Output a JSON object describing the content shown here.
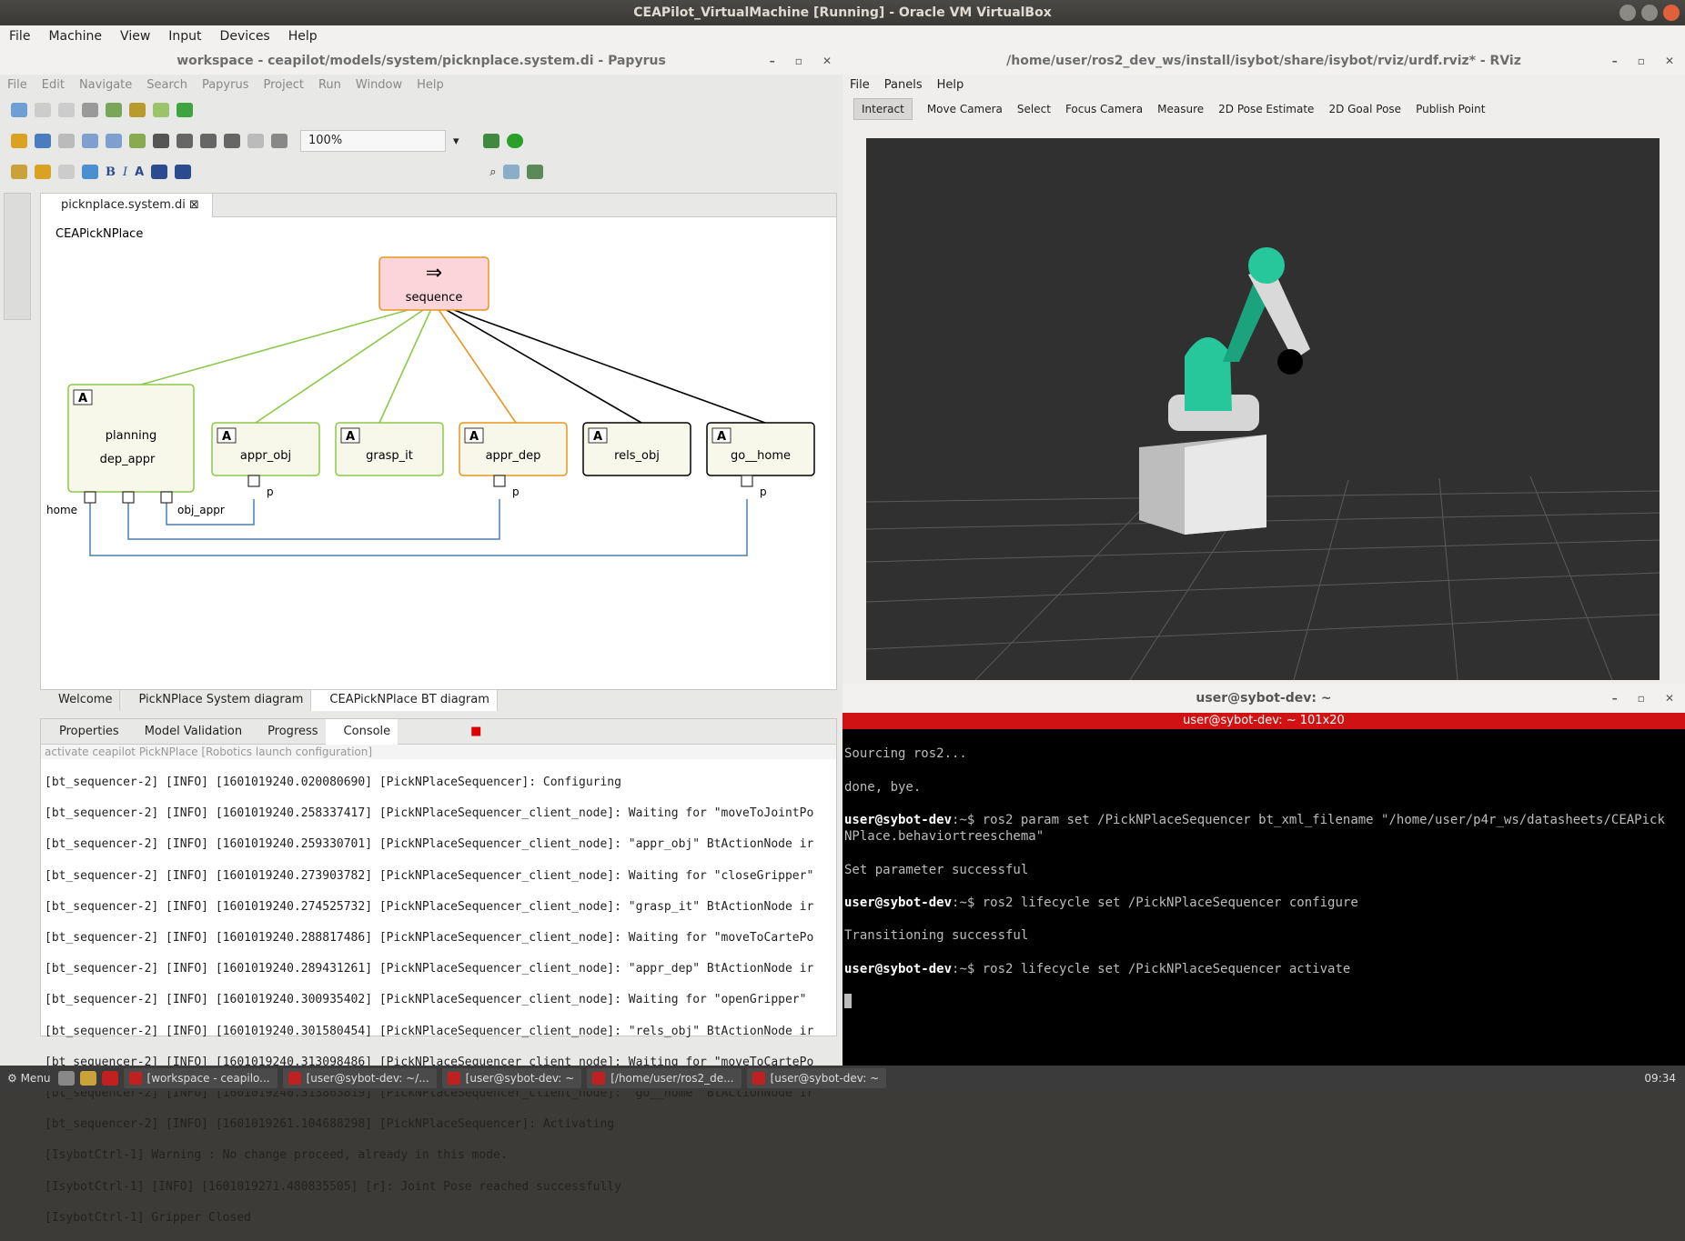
{
  "vb": {
    "title": "CEAPilot_VirtualMachine [Running] - Oracle VM VirtualBox",
    "menu": [
      "File",
      "Machine",
      "View",
      "Input",
      "Devices",
      "Help"
    ]
  },
  "papyrus": {
    "title": "workspace - ceapilot/models/system/picknplace.system.di - Papyrus",
    "menu": [
      "File",
      "Edit",
      "Navigate",
      "Search",
      "Papyrus",
      "Project",
      "Run",
      "Window",
      "Help"
    ],
    "zoom": "100%",
    "editor_tab": "picknplace.system.di",
    "diagram_root": "CEAPickNPlace",
    "nodes": {
      "sequence": "sequence",
      "planning": "planning",
      "dep_appr": "dep_appr",
      "appr_obj": "appr_obj",
      "grasp_it": "grasp_it",
      "appr_dep": "appr_dep",
      "rels_obj": "rels_obj",
      "go_home": "go__home",
      "badge": "A",
      "port_p": "p",
      "home": "home",
      "obj_appr": "obj_appr"
    },
    "diagram_tabs": [
      "Welcome",
      "PickNPlace System diagram",
      "CEAPickNPlace BT diagram"
    ],
    "console_tabs": [
      "Properties",
      "Model Validation",
      "Progress",
      "Console"
    ],
    "console_hint": "activate ceapilot PickNPlace [Robotics launch configuration]",
    "console_lines": [
      "[bt_sequencer-2] [INFO] [1601019240.020080690] [PickNPlaceSequencer]: Configuring",
      "[bt_sequencer-2] [INFO] [1601019240.258337417] [PickNPlaceSequencer_client_node]: Waiting for \"moveToJointPo",
      "[bt_sequencer-2] [INFO] [1601019240.259330701] [PickNPlaceSequencer_client_node]: \"appr_obj\" BtActionNode ir",
      "[bt_sequencer-2] [INFO] [1601019240.273903782] [PickNPlaceSequencer_client_node]: Waiting for \"closeGripper\"",
      "[bt_sequencer-2] [INFO] [1601019240.274525732] [PickNPlaceSequencer_client_node]: \"grasp_it\" BtActionNode ir",
      "[bt_sequencer-2] [INFO] [1601019240.288817486] [PickNPlaceSequencer_client_node]: Waiting for \"moveToCartePo",
      "[bt_sequencer-2] [INFO] [1601019240.289431261] [PickNPlaceSequencer_client_node]: \"appr_dep\" BtActionNode ir",
      "[bt_sequencer-2] [INFO] [1601019240.300935402] [PickNPlaceSequencer_client_node]: Waiting for \"openGripper\"",
      "[bt_sequencer-2] [INFO] [1601019240.301580454] [PickNPlaceSequencer_client_node]: \"rels_obj\" BtActionNode ir",
      "[bt_sequencer-2] [INFO] [1601019240.313098486] [PickNPlaceSequencer_client_node]: Waiting for \"moveToCartePo",
      "[bt_sequencer-2] [INFO] [1601019240.313863819] [PickNPlaceSequencer_client_node]: \"go__home\" BtActionNode ir",
      "[bt_sequencer-2] [INFO] [1601019261.104688298] [PickNPlaceSequencer]: Activating",
      "[IsybotCtrl-1] Warning : No change proceed, already in this mode.",
      "[IsybotCtrl-1] [INFO] [1601019271.480835505] [r]: Joint Pose reached successfully",
      "[IsybotCtrl-1] Gripper Closed"
    ]
  },
  "rviz": {
    "title": "/home/user/ros2_dev_ws/install/isybot/share/isybot/rviz/urdf.rviz* - RViz",
    "menu": [
      "File",
      "Panels",
      "Help"
    ],
    "tools": [
      "Interact",
      "Move Camera",
      "Select",
      "Focus Camera",
      "Measure",
      "2D Pose Estimate",
      "2D Goal Pose",
      "Publish Point"
    ]
  },
  "terminal": {
    "title": "user@sybot-dev: ~",
    "header": "user@sybot-dev: ~ 101x20",
    "prompt": "user@sybot-dev",
    "path": ":~$ ",
    "l1": "Sourcing ros2...",
    "l2": "done, bye.",
    "c1": "ros2 param set /PickNPlaceSequencer bt_xml_filename \"/home/user/p4r_ws/datasheets/CEAPickNPlace.behaviortreeschema\"",
    "l3": "Set parameter successful",
    "c2": "ros2 lifecycle set /PickNPlaceSequencer configure",
    "l4": "Transitioning successful",
    "c3": "ros2 lifecycle set /PickNPlaceSequencer activate"
  },
  "taskbar": {
    "menu": "Menu",
    "tasks": [
      "[workspace - ceapilo...",
      "[user@sybot-dev: ~/...",
      "[user@sybot-dev: ~",
      "[/home/user/ros2_de...",
      "[user@sybot-dev: ~"
    ],
    "clock": "09:34"
  }
}
